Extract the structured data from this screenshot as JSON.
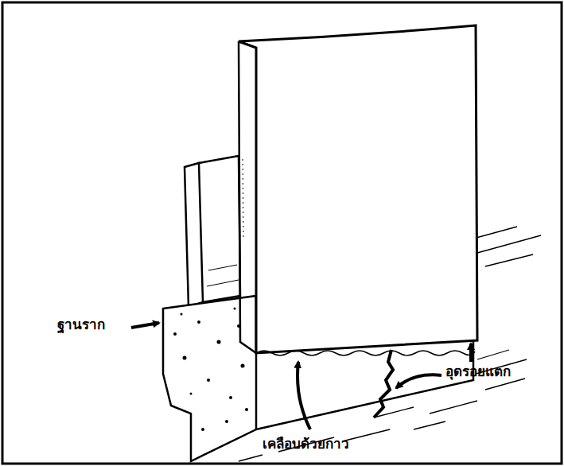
{
  "diagram": {
    "labels": [
      "ฐานราก",
      "อุดรอยแตก",
      "เคลือบด้วยกาว"
    ]
  }
}
